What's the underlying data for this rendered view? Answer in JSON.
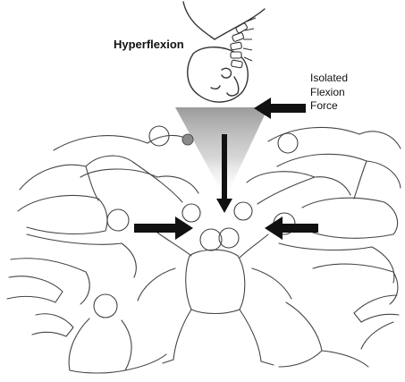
{
  "diagram": {
    "title": "Hyperflexion",
    "force_label_lines": [
      "Isolated",
      "Flexion",
      "Force"
    ],
    "colors": {
      "line": "#333333",
      "arrow": "#111111",
      "cone_top": "#8a8a8a",
      "accent": "#8a8a8a",
      "background": "#ffffff"
    }
  }
}
